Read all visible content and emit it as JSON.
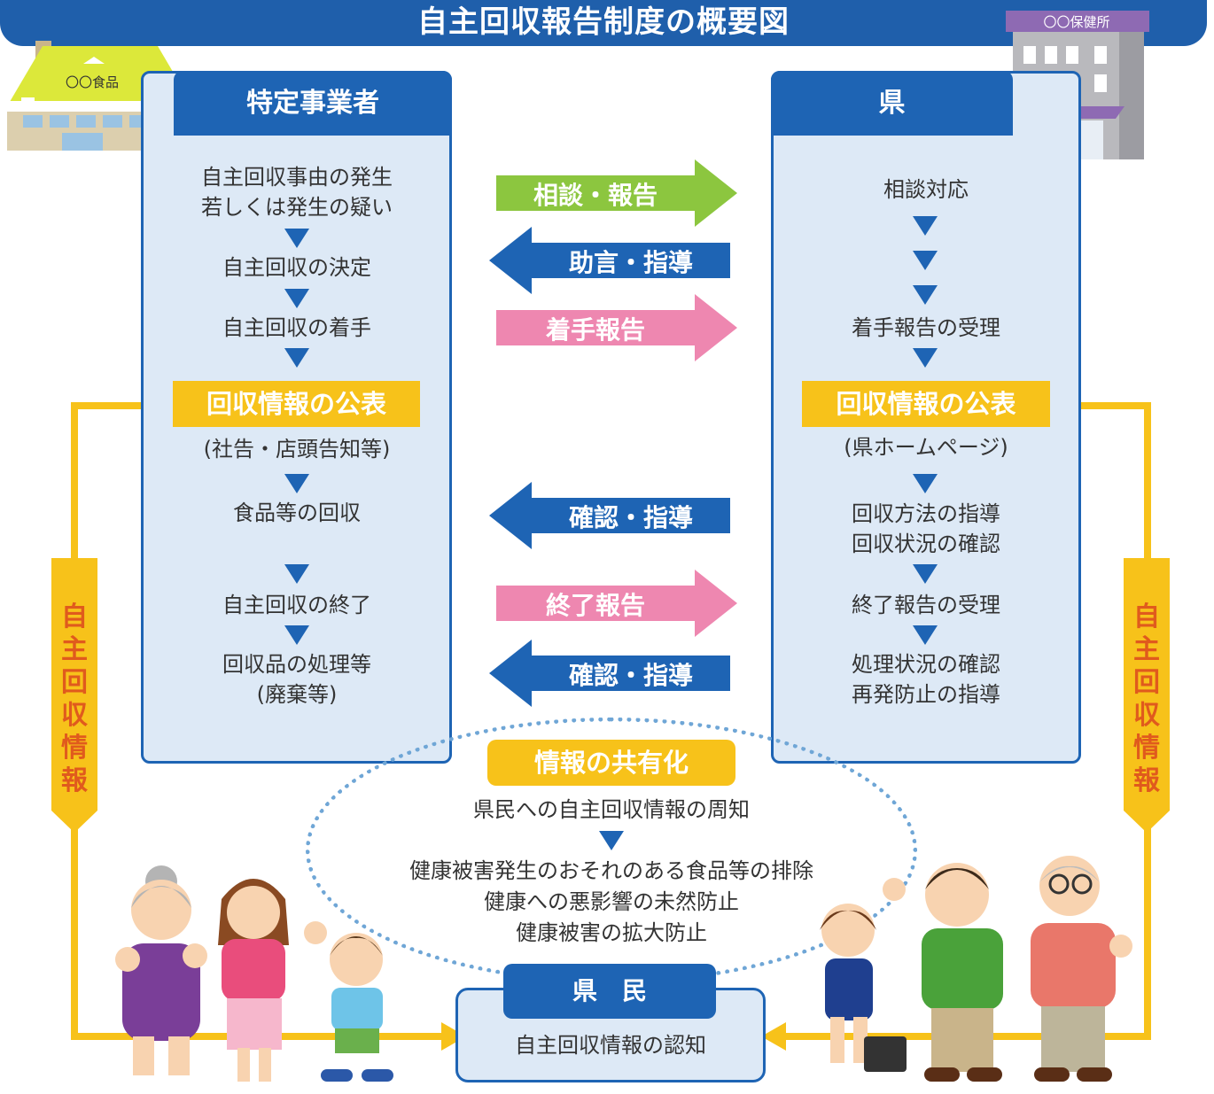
{
  "title": "自主回収報告制度の概要図",
  "left_building": {
    "sign": "〇〇食品"
  },
  "right_building": {
    "sign": "〇〇保健所"
  },
  "left_panel": {
    "header": "特定事業者",
    "steps": [
      "自主回収事由の発生",
      "若しくは発生の疑い",
      "自主回収の決定",
      "自主回収の着手"
    ],
    "publication": "回収情報の公表",
    "publication_note": "(社告・店頭告知等)",
    "steps2": [
      "食品等の回収",
      "自主回収の終了",
      "回収品の処理等",
      "(廃棄等)"
    ]
  },
  "right_panel": {
    "header": "県",
    "steps": [
      "相談対応",
      "着手報告の受理"
    ],
    "publication": "回収情報の公表",
    "publication_note": "(県ホームページ)",
    "steps2": [
      "回収方法の指導",
      "回収状況の確認",
      "終了報告の受理",
      "処理状況の確認",
      "再発防止の指導"
    ]
  },
  "arrows": [
    {
      "label": "相談・報告",
      "direction": "right",
      "color": "#8cc63f"
    },
    {
      "label": "助言・指導",
      "direction": "left",
      "color": "#1e64b4"
    },
    {
      "label": "着手報告",
      "direction": "right",
      "color": "#ee87b0"
    },
    {
      "label": "確認・指導",
      "direction": "left",
      "color": "#1e64b4"
    },
    {
      "label": "終了報告",
      "direction": "right",
      "color": "#ee87b0"
    },
    {
      "label": "確認・指導",
      "direction": "left",
      "color": "#1e64b4"
    }
  ],
  "side_label": "自主回収情報",
  "sharing": {
    "header": "情報の共有化",
    "line1": "県民への自主回収情報の周知",
    "lines": [
      "健康被害発生のおそれのある食品等の排除",
      "健康への悪影響の未然防止",
      "健康被害の拡大防止"
    ]
  },
  "citizens": {
    "header": "県　民",
    "text": "自主回収情報の認知"
  },
  "colors": {
    "blue": "#1e64b4",
    "yellow": "#f7c21a",
    "panel_bg": "#dde9f6",
    "side_text": "#e05a1d"
  }
}
